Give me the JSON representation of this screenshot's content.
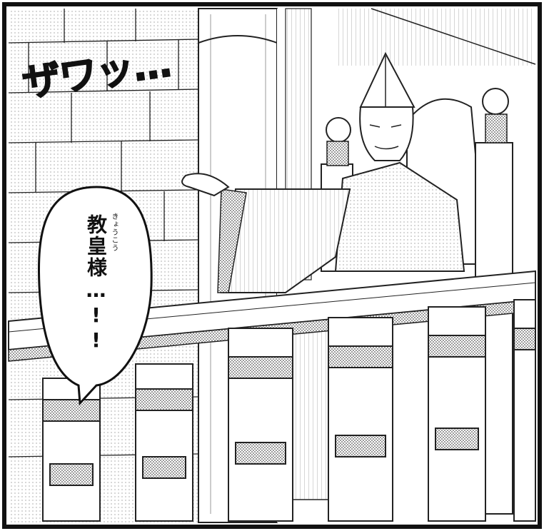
{
  "sfx": {
    "text": "ザワッ…"
  },
  "speech_bubble": {
    "main_text": "教皇様…!!",
    "ruby": "きょうこう"
  }
}
